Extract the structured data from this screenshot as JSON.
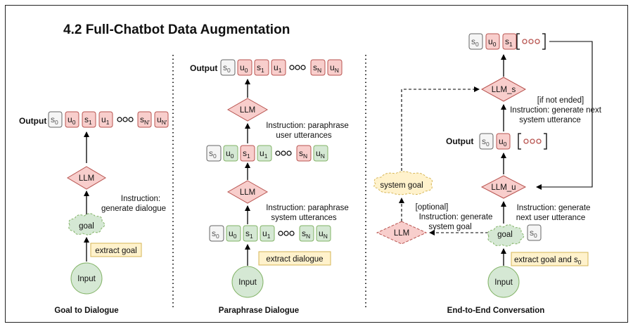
{
  "title": "4.2 Full-Chatbot Data Augmentation",
  "colors": {
    "system": "#f4c7c3",
    "system_stroke": "#b85450",
    "user": "#d5e8d4",
    "user_stroke": "#82b366",
    "neutral": "#f5f5f5",
    "neutral_stroke": "#666666",
    "goal": "#d5e8d4",
    "instruction": "#fff2cc",
    "instruction_stroke": "#d6b656",
    "input": "#d5e8d4",
    "llm": "#f8cecc",
    "system_goal": "#fff2cc"
  },
  "panel1": {
    "output_label": "Output",
    "sequence": [
      {
        "t": "s",
        "sub": "0",
        "c": "n"
      },
      {
        "t": "u",
        "sub": "0",
        "c": "r"
      },
      {
        "t": "s",
        "sub": "1",
        "c": "r"
      },
      {
        "t": "u",
        "sub": "1",
        "c": "r"
      },
      {
        "t": "ooo"
      },
      {
        "t": "s",
        "sub": "N'",
        "c": "r"
      },
      {
        "t": "u",
        "sub": "N'",
        "c": "r"
      }
    ],
    "llm": "LLM",
    "instruction": [
      "Instruction:",
      "generate dialogue"
    ],
    "goal": "goal",
    "extract": "extract goal",
    "input": "Input",
    "caption": "Goal to Dialogue"
  },
  "panel2": {
    "output_label": "Output",
    "sequence_top": [
      {
        "t": "s",
        "sub": "0",
        "c": "n"
      },
      {
        "t": "u",
        "sub": "0",
        "c": "r"
      },
      {
        "t": "s",
        "sub": "1",
        "c": "r"
      },
      {
        "t": "u",
        "sub": "1",
        "c": "r"
      },
      {
        "t": "ooo"
      },
      {
        "t": "s",
        "sub": "N",
        "c": "r"
      },
      {
        "t": "u",
        "sub": "N",
        "c": "r"
      }
    ],
    "sequence_mid": [
      {
        "t": "s",
        "sub": "0",
        "c": "n"
      },
      {
        "t": "u",
        "sub": "0",
        "c": "g"
      },
      {
        "t": "s",
        "sub": "1",
        "c": "r"
      },
      {
        "t": "u",
        "sub": "1",
        "c": "g"
      },
      {
        "t": "ooo"
      },
      {
        "t": "s",
        "sub": "N",
        "c": "r"
      },
      {
        "t": "u",
        "sub": "N",
        "c": "g"
      }
    ],
    "sequence_bot": [
      {
        "t": "s",
        "sub": "0",
        "c": "n"
      },
      {
        "t": "u",
        "sub": "0",
        "c": "g"
      },
      {
        "t": "s",
        "sub": "1",
        "c": "g"
      },
      {
        "t": "u",
        "sub": "1",
        "c": "g"
      },
      {
        "t": "ooo"
      },
      {
        "t": "s",
        "sub": "N",
        "c": "g"
      },
      {
        "t": "u",
        "sub": "N",
        "c": "g"
      }
    ],
    "llm_top": "LLM",
    "instruction_top": [
      "Instruction: paraphrase",
      "user utterances"
    ],
    "llm_bot": "LLM",
    "instruction_bot": [
      "Instruction: paraphrase",
      "system utterances"
    ],
    "extract": "extract dialogue",
    "input": "Input",
    "caption": "Paraphrase Dialogue"
  },
  "panel3": {
    "sequence_top": [
      {
        "t": "s",
        "sub": "0",
        "c": "n"
      },
      {
        "t": "u",
        "sub": "0",
        "c": "r"
      },
      {
        "t": "s",
        "sub": "1",
        "c": "r"
      }
    ],
    "llm_s": "LLM_s",
    "instruction_s": [
      "[if not ended]",
      "Instruction: generate next",
      "system utterance"
    ],
    "output_label": "Output",
    "sequence_mid": [
      {
        "t": "s",
        "sub": "0",
        "c": "n"
      },
      {
        "t": "u",
        "sub": "0",
        "c": "r"
      }
    ],
    "llm_u": "LLM_u",
    "instruction_u": [
      "Instruction: generate",
      "next user utterance"
    ],
    "system_goal": "system goal",
    "optional": [
      "[optional]",
      "Instruction: generate",
      "system goal"
    ],
    "llm_opt": "LLM",
    "goal": "goal",
    "s0": {
      "t": "s",
      "sub": "0",
      "c": "n"
    },
    "extract": "extract goal and s",
    "extract_sub": "0",
    "input": "Input",
    "caption": "End-to-End Conversation"
  }
}
